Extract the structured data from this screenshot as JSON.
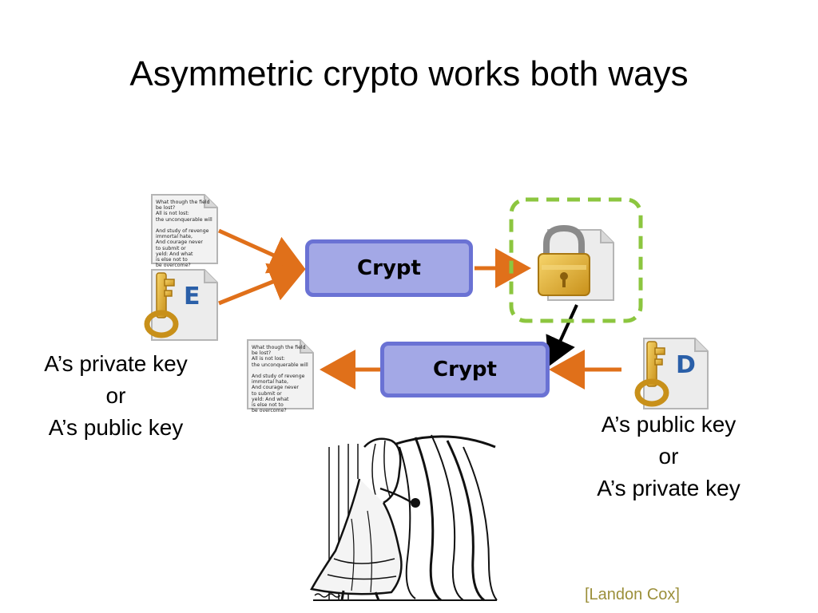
{
  "slide": {
    "title": "Asymmetric crypto works both ways",
    "credit": "[Landon Cox]"
  },
  "plaintext_lines": [
    "What though the field",
    "be lost?",
    "All is not lost:",
    "the unconquerable will",
    "",
    "And study of revenge",
    "immortal hate,",
    "And courage never",
    "to submit or",
    "yeld: And what",
    "is else not to",
    "be overcome?"
  ],
  "encrypt": {
    "box_label": "Crypt",
    "key_letter": "E",
    "key_label_line1": "A’s private key",
    "key_label_line2": "or",
    "key_label_line3": "A’s public key"
  },
  "decrypt": {
    "box_label": "Crypt",
    "key_letter": "D",
    "key_label_line1": "A’s public key",
    "key_label_line2": "or",
    "key_label_line3": "A’s private key"
  },
  "colors": {
    "arrow_orange": "#e0701a",
    "box_fill": "#a3a8e6",
    "box_border": "#6a72d4",
    "dashed_green": "#8cc63f",
    "key_gold": "#e8b830",
    "key_letter_blue": "#2a5fa8"
  },
  "icons": [
    "document-icon",
    "key-icon",
    "padlock-icon",
    "alice-illustration"
  ]
}
